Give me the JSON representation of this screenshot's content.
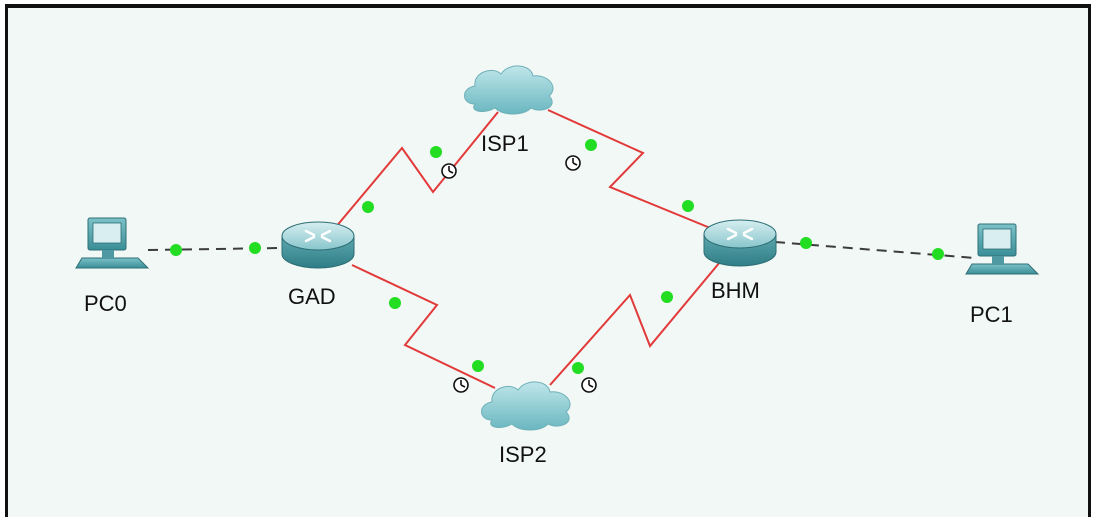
{
  "diagram": {
    "devices": {
      "pc0": {
        "label": "PC0",
        "type": "pc-icon"
      },
      "gad": {
        "label": "GAD",
        "type": "router-icon"
      },
      "isp1": {
        "label": "ISP1",
        "type": "cloud-icon"
      },
      "bhm": {
        "label": "BHM",
        "type": "router-icon"
      },
      "pc1": {
        "label": "PC1",
        "type": "pc-icon"
      },
      "isp2": {
        "label": "ISP2",
        "type": "cloud-icon"
      }
    },
    "links": [
      {
        "from": "PC0",
        "to": "GAD",
        "kind": "ethernet"
      },
      {
        "from": "GAD",
        "to": "ISP1",
        "kind": "serial",
        "dce_clock_end": "ISP1"
      },
      {
        "from": "ISP1",
        "to": "BHM",
        "kind": "serial",
        "dce_clock_end": "ISP1"
      },
      {
        "from": "GAD",
        "to": "ISP2",
        "kind": "serial",
        "dce_clock_end": "ISP2"
      },
      {
        "from": "ISP2",
        "to": "BHM",
        "kind": "serial",
        "dce_clock_end": "ISP2"
      },
      {
        "from": "BHM",
        "to": "PC1",
        "kind": "ethernet"
      }
    ],
    "colors": {
      "serial_link": "#e23a3a",
      "ethernet_link": "#3c3c3c",
      "link_up_dot": "#22dd22",
      "device_teal": "#5aaab0",
      "background": "#f1f8f5"
    }
  }
}
